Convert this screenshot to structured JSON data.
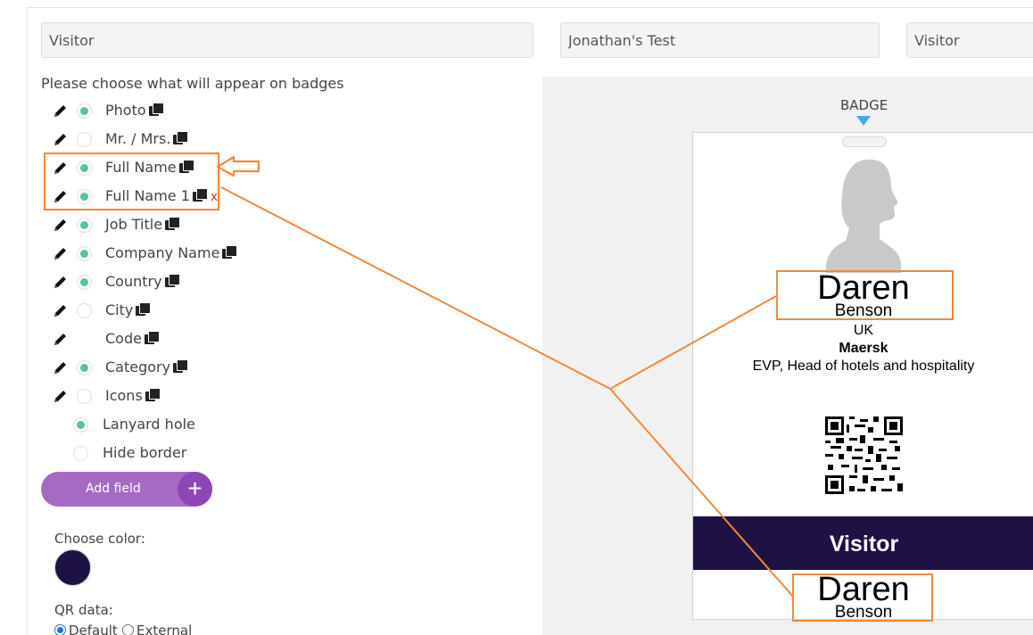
{
  "inputs": {
    "badge_type": "Visitor",
    "event_name": "Jonathan's Test",
    "category": "Visitor"
  },
  "badge_fields": {
    "title": "Please choose what will appear on badges",
    "fields": [
      {
        "label": "Photo",
        "visible": true
      },
      {
        "label": "Mr. / Mrs.",
        "visible": false
      },
      {
        "label": "Full Name",
        "visible": true
      },
      {
        "label": "Full Name 1",
        "visible": true,
        "removable": true,
        "remove_label": "x"
      },
      {
        "label": "Job Title",
        "visible": true
      },
      {
        "label": "Company Name",
        "visible": true
      },
      {
        "label": "Country",
        "visible": true
      },
      {
        "label": "City",
        "visible": false
      },
      {
        "label": "Code",
        "visible": null
      },
      {
        "label": "Category",
        "visible": true
      },
      {
        "label": "Icons",
        "visible": false
      }
    ],
    "options": [
      {
        "label": "Lanyard hole",
        "checked": true
      },
      {
        "label": "Hide border",
        "checked": false
      }
    ],
    "add_field_label": "Add field",
    "add_icon": "plus-icon"
  },
  "color": {
    "label": "Choose color:",
    "value": "#1e1244"
  },
  "qr_data": {
    "label": "QR data:",
    "options": [
      {
        "label": "Default",
        "selected": true
      },
      {
        "label": "External",
        "selected": false
      }
    ]
  },
  "preview": {
    "caption": "BADGE",
    "first_name": "Daren",
    "last_name": "Benson",
    "country": "UK",
    "company": "Maersk",
    "job_title": "EVP, Head of hotels and hospitality",
    "category": "Visitor",
    "first_name_bottom": "Daren",
    "last_name_bottom": "Benson"
  },
  "colors": {
    "accent_green": "#53c4a1",
    "button_purple": "#a56ac4",
    "button_purple_dark": "#8d47b4",
    "badge_band": "#1e1244",
    "annotation_orange": "#f2883a",
    "preview_arrow": "#4aa8e8",
    "remove_red": "#e0312b"
  }
}
